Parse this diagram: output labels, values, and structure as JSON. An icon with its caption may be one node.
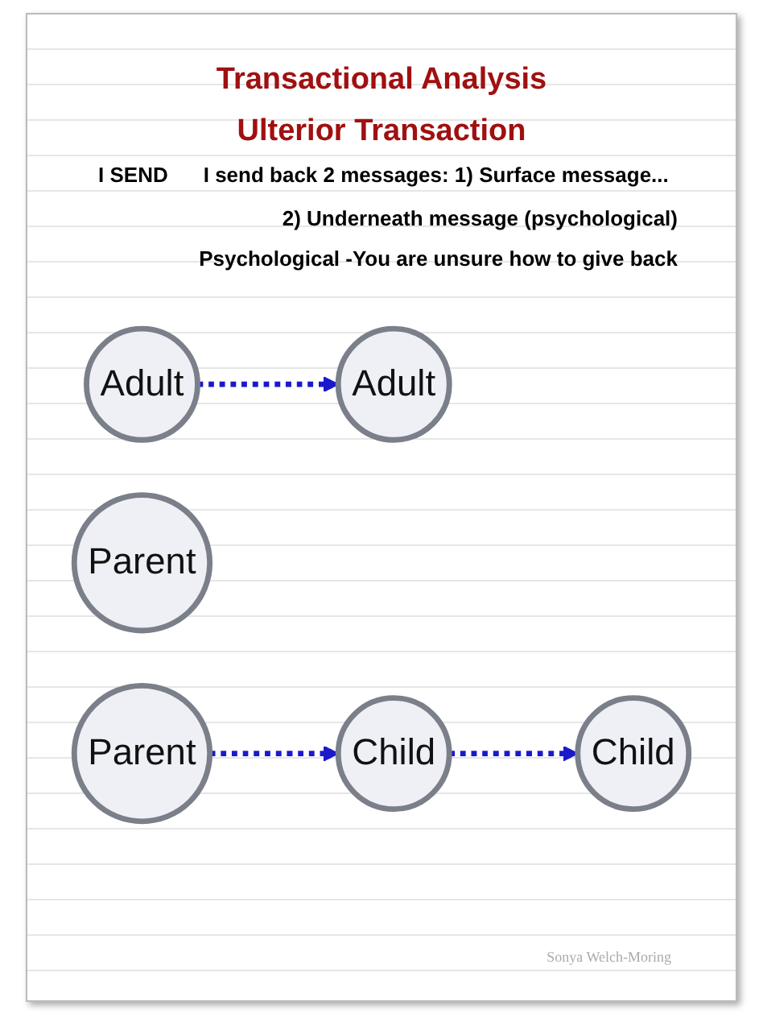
{
  "diagram": {
    "title": "Transactional Analysis",
    "nodes": [
      {
        "text": [
          "Parent"
        ]
      },
      {
        "text": [
          "Parent"
        ]
      },
      {
        "text": [
          "Adult"
        ]
      },
      {
        "text": [
          "Adult"
        ]
      },
      {
        "text": [
          "Child"
        ]
      },
      {
        "text": [
          "Child"
        ]
      }
    ],
    "edges": [
      {
        "from": 0,
        "to": 5,
        "arrow": "to",
        "style": "dashed",
        "color": "#1a1acc"
      },
      {
        "from": 3,
        "to": 2,
        "arrow": "to",
        "style": "dashed",
        "color": "#1a1acc"
      },
      {
        "from": 5,
        "to": 4,
        "arrow": "to",
        "style": "dashed",
        "color": "#1a1acc"
      }
    ],
    "labels": [
      "Ulterior Transaction",
      "I SEND",
      "I send back 2 messages:  1) Surface message...",
      "2) Underneath message (psychological)",
      "Psychological -You are unsure how to give back",
      "Sonya Welch-Moring"
    ]
  }
}
